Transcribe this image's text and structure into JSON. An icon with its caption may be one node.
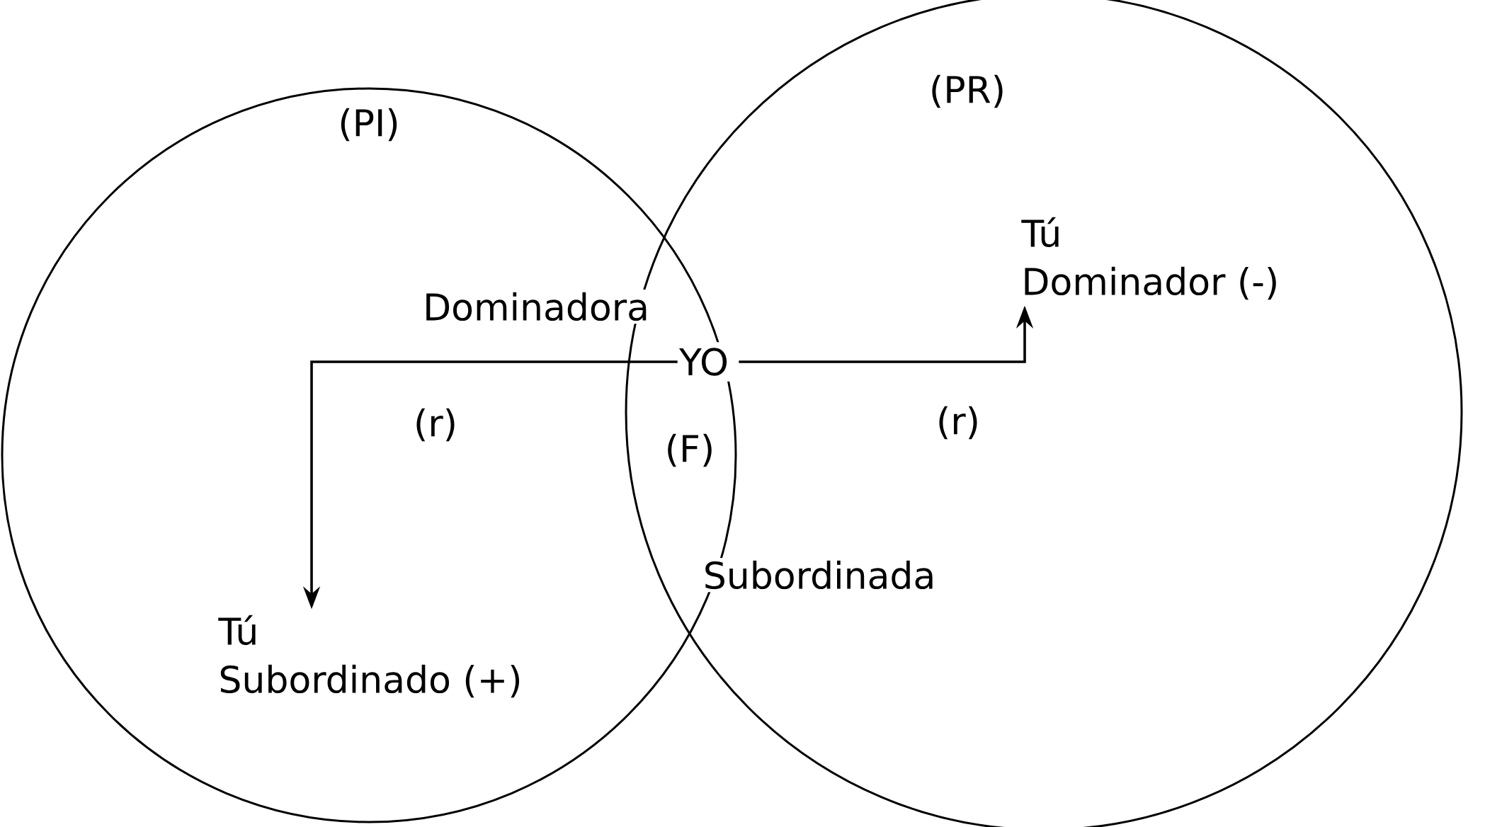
{
  "diagram": {
    "nodes": [
      {
        "text": [
          "(PI)"
        ]
      },
      {
        "text": [
          "(PR)"
        ]
      },
      {
        "text": [
          "YO"
        ]
      },
      {
        "text": [
          "Tú",
          "Dominador (-)"
        ],
        "in": 1
      },
      {
        "text": [
          "Tú",
          "Subordinado (+)"
        ],
        "in": 0
      }
    ],
    "edges": [
      {
        "from": 2,
        "to": 3,
        "arrow": "to",
        "label": "(r)"
      },
      {
        "from": 2,
        "to": 4,
        "arrow": "to",
        "label": "(r)"
      }
    ],
    "labels": [
      "Dominadora",
      "(F)",
      "Subordinada"
    ]
  }
}
